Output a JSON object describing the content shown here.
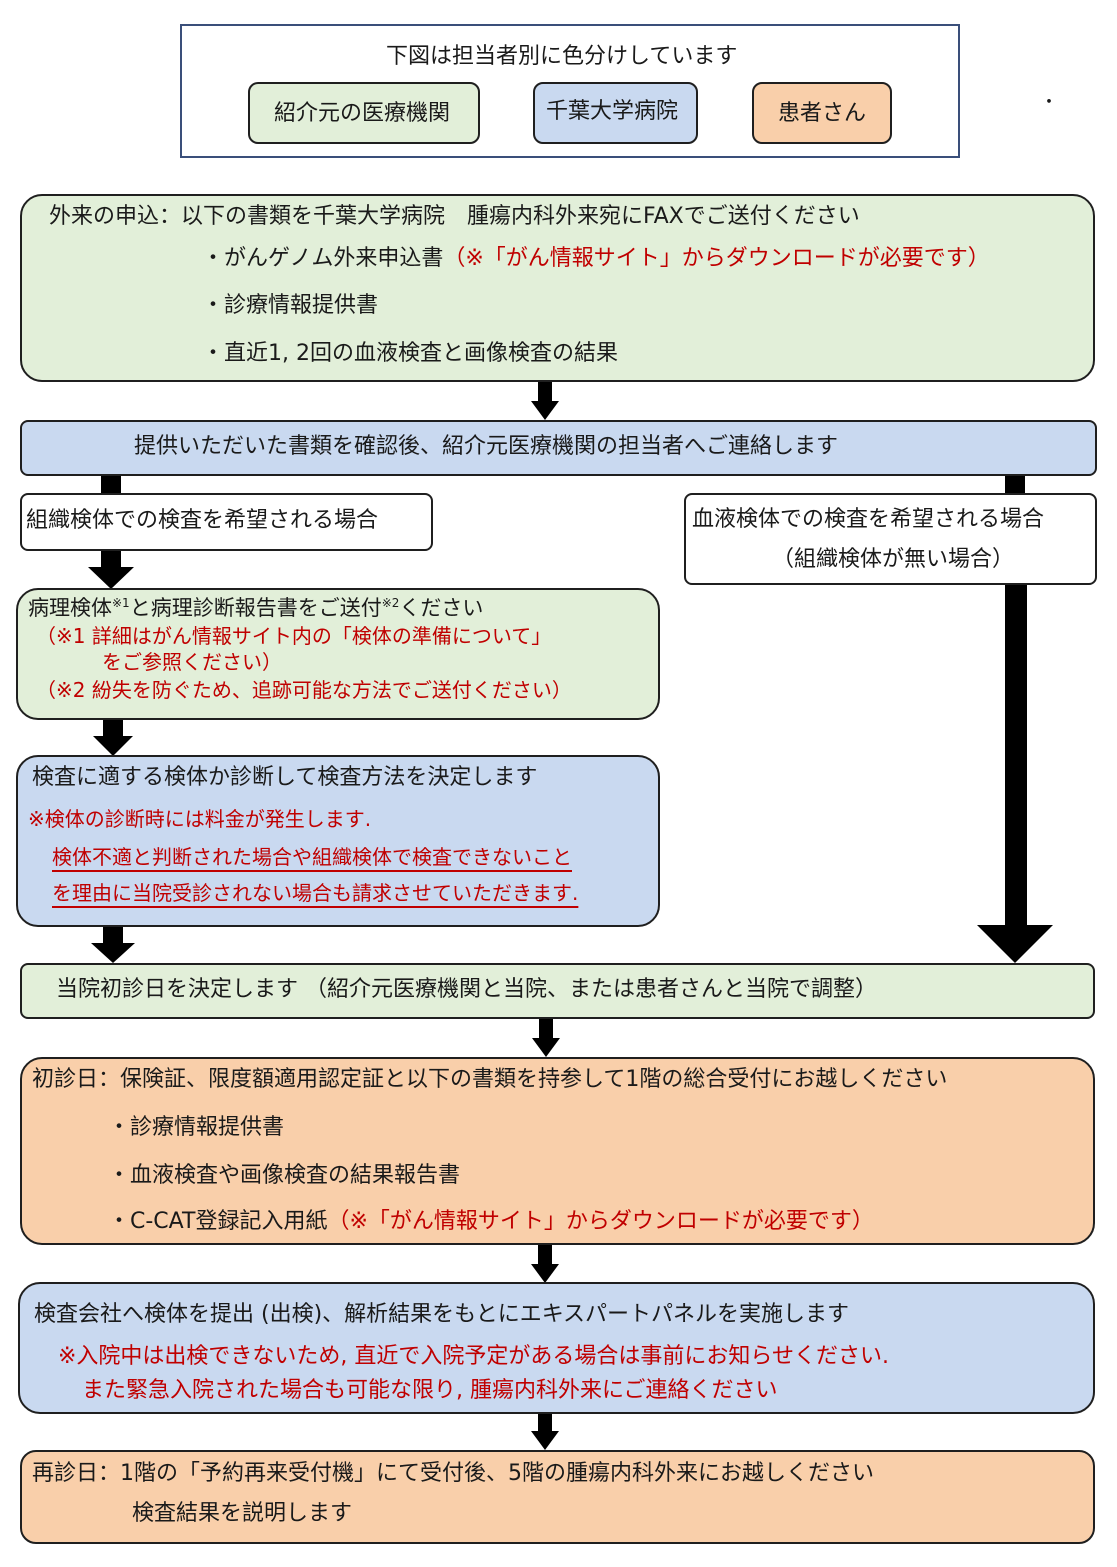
{
  "legend": {
    "title": "下図は担当者別に色分けしています",
    "items": [
      {
        "label": "紹介元の医療機関",
        "color": "#e2efd9"
      },
      {
        "label": "千葉大学病院",
        "color": "#c9d9f0"
      },
      {
        "label": "患者さん",
        "color": "#f9cfaa"
      }
    ],
    "dot": "・"
  },
  "step1": {
    "title": "外来の申込：以下の書類を千葉大学病院　腫瘍内科外来宛にFAXでご送付ください",
    "items": [
      {
        "text": "・がんゲノム外来申込書",
        "note": "（※「がん情報サイト」からダウンロードが必要です）"
      },
      {
        "text": "・診療情報提供書"
      },
      {
        "text": "・直近1, 2回の血液検査と画像検査の結果"
      }
    ]
  },
  "step2": {
    "text": "提供いただいた書類を確認後、紹介元医療機関の担当者へご連絡します"
  },
  "branch_tissue": {
    "text": "組織検体での検査を希望される場合"
  },
  "branch_blood": {
    "line1": "血液検体での検査を希望される場合",
    "line2": "（組織検体が無い場合）"
  },
  "step3": {
    "title_a": "病理検体",
    "sup1": "※1",
    "title_b": "と病理診断報告書をご送付",
    "sup2": "※2",
    "title_c": "ください",
    "note1a": "（※1 詳細はがん情報サイト内の「検体の準備について」",
    "note1b": "をご参照ください）",
    "note2": "（※2 紛失を防ぐため、追跡可能な方法でご送付ください）"
  },
  "step4": {
    "title": "検査に適する検体か診断して検査方法を決定します",
    "note": "※検体の診断時には料金が発生します.",
    "note2a": "検体不適と判断された場合や組織検体で検査できないこと",
    "note2b": "を理由に当院受診されない場合も請求させていただきます."
  },
  "step5": {
    "text": "当院初診日を決定します （紹介元医療機関と当院、または患者さんと当院で調整）"
  },
  "step6": {
    "title": "初診日：保険証、限度額適用認定証と以下の書類を持参して1階の総合受付にお越しください",
    "items": [
      {
        "text": "・診療情報提供書"
      },
      {
        "text": "・血液検査や画像検査の結果報告書"
      },
      {
        "text": "・C-CAT登録記入用紙",
        "note": "（※「がん情報サイト」からダウンロードが必要です）"
      }
    ]
  },
  "step7": {
    "title": "検査会社へ検体を提出 (出検)、解析結果をもとにエキスパートパネルを実施します",
    "note1": "※入院中は出検できないため, 直近で入院予定がある場合は事前にお知らせください.",
    "note2": "また緊急入院された場合も可能な限り, 腫瘍内科外来にご連絡ください"
  },
  "step8": {
    "line1": "再診日：1階の「予約再来受付機」にて受付後、5階の腫瘍内科外来にお越しください",
    "line2": "検査結果を説明します"
  }
}
